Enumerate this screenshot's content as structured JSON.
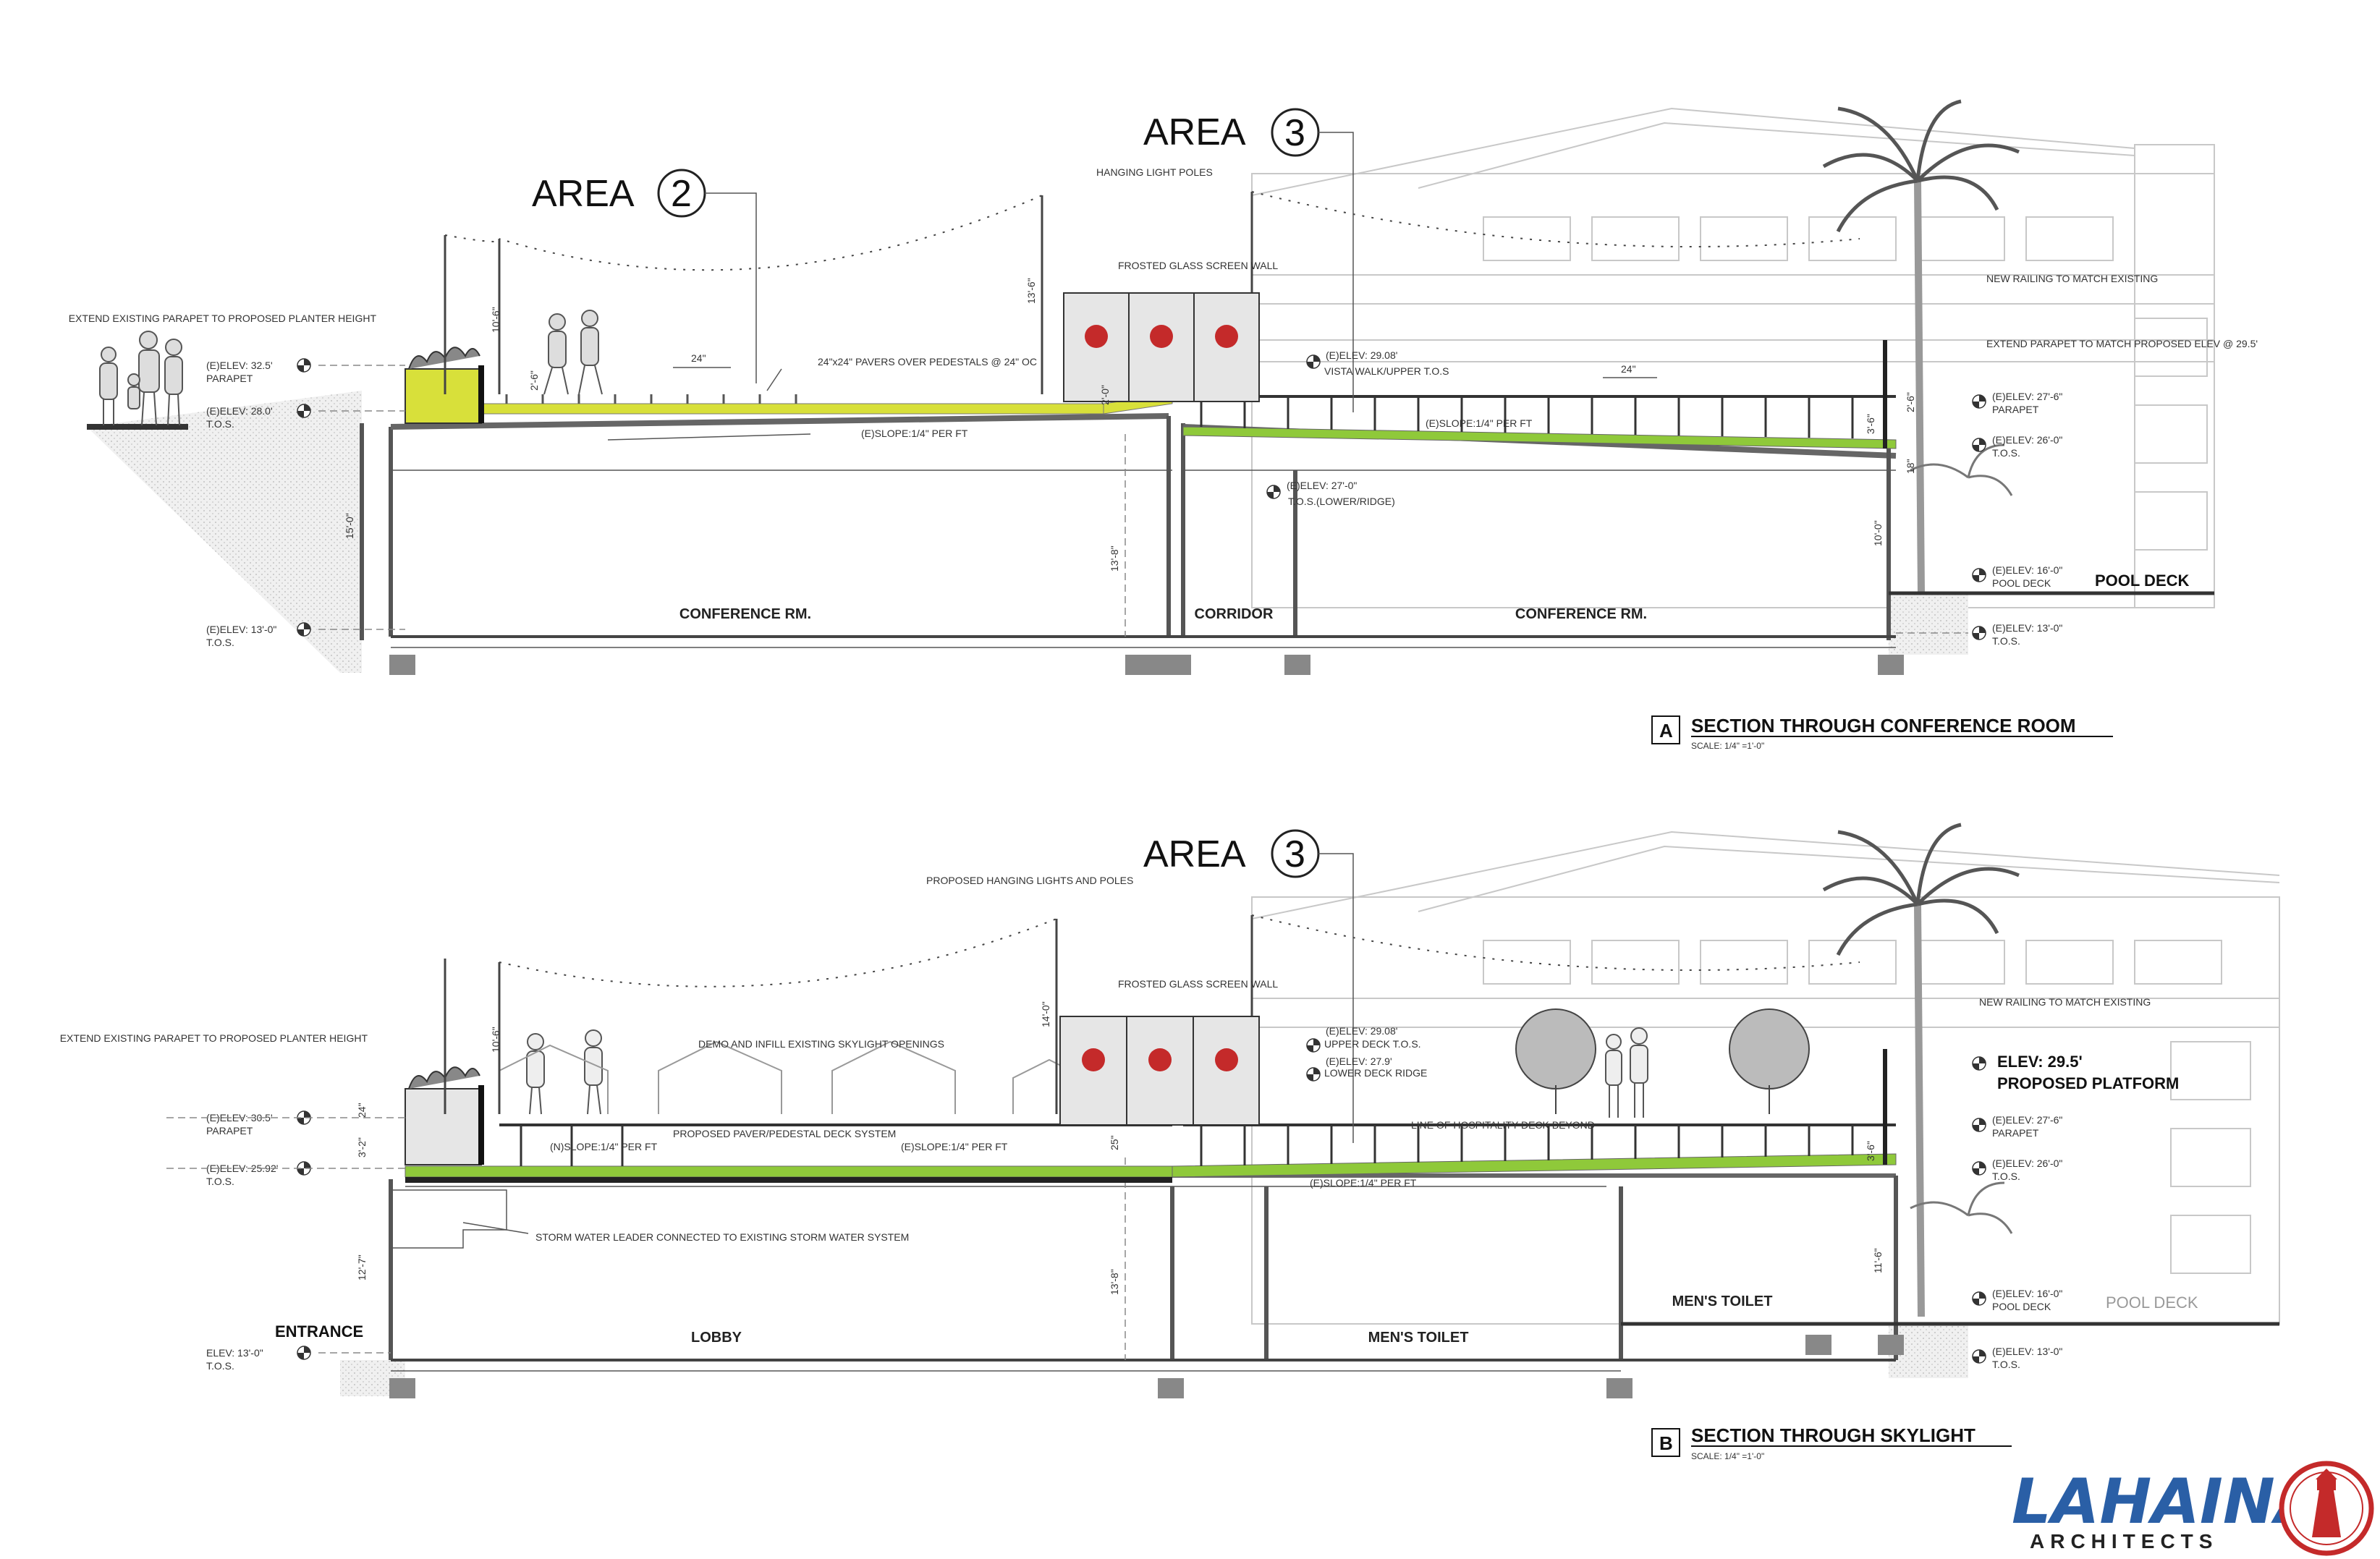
{
  "sections": [
    {
      "id": "A",
      "title": "SECTION THROUGH CONFERENCE ROOM",
      "scale": "SCALE: 1/4\" =1'-0\"",
      "area_tags": [
        {
          "word": "AREA",
          "num": "2"
        },
        {
          "word": "AREA",
          "num": "3"
        }
      ],
      "rooms": [
        "CONFERENCE RM.",
        "CORRIDOR",
        "CONFERENCE RM."
      ],
      "pool_deck": "POOL DECK",
      "notes": {
        "parapet": "EXTEND EXISTING PARAPET TO PROPOSED PLANTER HEIGHT",
        "poles": "HANGING LIGHT POLES",
        "glass": "FROSTED GLASS SCREEN WALL",
        "pavers": "24\"x24\" PAVERS OVER PEDESTALS @ 24\" OC",
        "railing": "NEW RAILING TO MATCH EXISTING",
        "extend_parapet": "EXTEND PARAPET TO MATCH PROPOSED ELEV @ 29.5'",
        "slope_left": "(E)SLOPE:1/4\" PER FT",
        "slope_right": "(E)SLOPE:1/4\" PER FT",
        "vista": "VISTA WALK/UPPER T.O.S",
        "lower_ridge": "T.O.S.(LOWER/RIDGE)"
      },
      "elevations_left": [
        {
          "value": "(E)ELEV: 32.5'",
          "sub": "PARAPET"
        },
        {
          "value": "(E)ELEV: 28.0'",
          "sub": "T.O.S."
        },
        {
          "value": "(E)ELEV: 13'-0\"",
          "sub": "T.O.S."
        }
      ],
      "elevations_mid": [
        {
          "value": "(E)ELEV: 29.08'",
          "sub": ""
        },
        {
          "value": "(E)ELEV: 27'-0\"",
          "sub": ""
        }
      ],
      "elevations_right": [
        {
          "value": "(E)ELEV: 27'-6\"",
          "sub": "PARAPET"
        },
        {
          "value": "(E)ELEV: 26'-0\"",
          "sub": "T.O.S."
        },
        {
          "value": "(E)ELEV: 16'-0\"",
          "sub": "POOL DECK"
        },
        {
          "value": "(E)ELEV: 13'-0\"",
          "sub": "T.O.S."
        }
      ],
      "dims": {
        "paver_a": "24\"",
        "paver_b": "24\"",
        "pole": "13'-6\"",
        "lights": "10'-6\"",
        "height_left": "15'-0\"",
        "height_mid": "13'-8\"",
        "height_right": "10'-0\"",
        "rail": "3'-6\"",
        "small_a": "2'-0\"",
        "small_b": "2'-6\"",
        "small_c": "2'-6\"",
        "small_d": "18\""
      }
    },
    {
      "id": "B",
      "title": "SECTION THROUGH SKYLIGHT",
      "scale": "SCALE: 1/4\" =1'-0\"",
      "area_tags": [
        {
          "word": "AREA",
          "num": "3"
        }
      ],
      "rooms": [
        "LOBBY",
        "MEN'S TOILET",
        "MEN'S TOILET"
      ],
      "entrance": "ENTRANCE",
      "pool_deck": "POOL DECK",
      "platform_elev": "ELEV: 29.5'",
      "platform": "PROPOSED PLATFORM",
      "notes": {
        "parapet": "EXTEND EXISTING PARAPET TO PROPOSED PLANTER HEIGHT",
        "poles": "PROPOSED HANGING LIGHTS AND POLES",
        "glass": "FROSTED GLASS SCREEN WALL",
        "demo": "DEMO AND INFILL EXISTING SKYLIGHT OPENINGS",
        "paver": "PROPOSED PAVER/PEDESTAL DECK SYSTEM",
        "slope_a": "(N)SLOPE:1/4\" PER FT",
        "slope_b": "(E)SLOPE:1/4\" PER FT",
        "slope_c": "(E)SLOPE:1/4\" PER FT",
        "storm": "STORM WATER LEADER CONNECTED TO EXISTING STORM WATER SYSTEM",
        "hospitality": "LINE OF HOSPITALITY DECK BEYOND",
        "railing": "NEW RAILING TO MATCH EXISTING",
        "upper_deck": "UPPER DECK T.O.S.",
        "lower_deck": "LOWER DECK RIDGE"
      },
      "elevations_left": [
        {
          "value": "(E)ELEV: 30.5'",
          "sub": "PARAPET"
        },
        {
          "value": "(E)ELEV: 25.92'",
          "sub": "T.O.S."
        },
        {
          "value": "ELEV: 13'-0\"",
          "sub": "T.O.S."
        }
      ],
      "elevations_mid": [
        {
          "value": "(E)ELEV: 29.08'",
          "sub": ""
        },
        {
          "value": "(E)ELEV: 27.9'",
          "sub": ""
        }
      ],
      "elevations_right": [
        {
          "value": "(E)ELEV: 27'-6\"",
          "sub": "PARAPET"
        },
        {
          "value": "(E)ELEV: 26'-0\"",
          "sub": "T.O.S."
        },
        {
          "value": "(E)ELEV: 16'-0\"",
          "sub": "POOL DECK"
        },
        {
          "value": "(E)ELEV: 13'-0\"",
          "sub": "T.O.S."
        }
      ],
      "dims": {
        "pole": "14'-0\"",
        "lights": "10'-6\"",
        "height_left": "12'-7\"",
        "height_mid": "13'-8\"",
        "height_right": "11'-6\"",
        "rail": "3'-6\"",
        "small_a": "24\"",
        "small_b": "3'-2\"",
        "small_c": "25\""
      }
    }
  ],
  "logo": {
    "name": "LAHAINA",
    "sub": "ARCHITECTS"
  },
  "colors": {
    "walkway": "#d8e03a",
    "green_roof": "#8fc93a",
    "seal": "#c42a2a",
    "logo_blue": "#2a5fa6"
  }
}
